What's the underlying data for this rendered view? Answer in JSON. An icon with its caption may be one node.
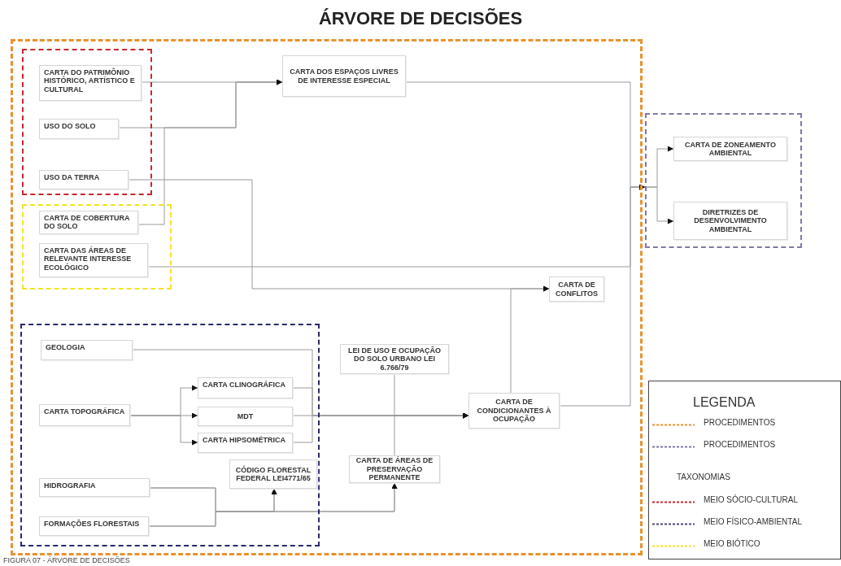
{
  "diagram": {
    "title": "ÁRVORE DE DECISÕES",
    "caption": "FIGURA 07 - ÁRVORE DE DECISÕES",
    "nodes": [
      {
        "text": [],
        "shape": "box"
      },
      {
        "text": [],
        "shape": "box",
        "in": 0
      },
      {
        "text": [
          "CARTA DO PATRIMÔNIO HISTÓRICO, ARTÍSTICO E CULTURAL"
        ],
        "in": 1
      },
      {
        "text": [
          "USO DO SOLO"
        ],
        "in": 1
      },
      {
        "text": [
          "USO DA TERRA"
        ],
        "in": 1
      },
      {
        "text": [],
        "shape": "box",
        "in": 0
      },
      {
        "text": [
          "CARTA DE COBERTURA DO SOLO"
        ],
        "in": 5
      },
      {
        "text": [
          "CARTA DAS ÁREAS DE RELEVANTE INTERESSE ECOLÓGICO"
        ],
        "in": 5
      },
      {
        "text": [
          "CARTA DOS ESPAÇOS LIVRES DE INTERESSE ESPECIAL"
        ],
        "in": 0
      },
      {
        "text": [
          "CARTA DE CONFLITOS"
        ],
        "in": 0
      },
      {
        "text": [],
        "shape": "box",
        "in": 0
      },
      {
        "text": [
          "GEOLOGIA"
        ],
        "in": 10
      },
      {
        "text": [
          "CARTA TOPOGRÁFICA"
        ],
        "in": 10
      },
      {
        "text": [
          "CARTA CLINOGRÁFICA"
        ],
        "in": 10
      },
      {
        "text": [
          "MDT"
        ],
        "in": 10
      },
      {
        "text": [
          "CARTA HIPSOMÉTRICA"
        ],
        "in": 10
      },
      {
        "text": [
          "CÓDIGO FLORESTAL FEDERAL LEI4771/65"
        ],
        "in": 10
      },
      {
        "text": [
          "HIDROGRAFIA"
        ],
        "in": 10
      },
      {
        "text": [
          "FORMAÇÕES FLORESTAIS"
        ],
        "in": 10
      },
      {
        "text": [
          "LEI DE USO E OCUPAÇÃO DO SOLO URBANO LEI 6.766/79"
        ],
        "in": 0
      },
      {
        "text": [
          "CARTA DE ÁREAS DE PRESERVAÇÃO PERMANENTE"
        ],
        "in": 0
      },
      {
        "text": [
          "CARTA DE CONDICIONANTES À OCUPAÇÃO"
        ],
        "in": 0
      },
      {
        "text": [],
        "shape": "box"
      },
      {
        "text": [
          "CARTA DE ZONEAMENTO AMBIENTAL"
        ],
        "in": 22
      },
      {
        "text": [
          "DIRETRIZES DE DESENVOLVIMENTO AMBIENTAL"
        ],
        "in": 22
      }
    ],
    "edges": [
      {
        "from": 2,
        "to": 8,
        "arrow": "to"
      },
      {
        "from": 3,
        "to": 8,
        "arrow": "to"
      },
      {
        "from": 6,
        "to": 8,
        "arrow": "to"
      },
      {
        "from": 4,
        "to": 9,
        "arrow": "to"
      },
      {
        "from": 21,
        "to": 9,
        "arrow": "to"
      },
      {
        "from": 8,
        "to": 22,
        "arrow": "to"
      },
      {
        "from": 7,
        "to": 22,
        "arrow": "to"
      },
      {
        "from": 21,
        "to": 22,
        "arrow": "to"
      },
      {
        "from": 22,
        "to": 23,
        "arrow": "to"
      },
      {
        "from": 22,
        "to": 24,
        "arrow": "to"
      },
      {
        "from": 11,
        "to": 21,
        "arrow": "to"
      },
      {
        "from": 13,
        "to": 21,
        "arrow": "to"
      },
      {
        "from": 15,
        "to": 21,
        "arrow": "to"
      },
      {
        "from": 14,
        "to": 21,
        "arrow": "to"
      },
      {
        "from": 12,
        "to": 13,
        "arrow": "to"
      },
      {
        "from": 12,
        "to": 14,
        "arrow": "to"
      },
      {
        "from": 12,
        "to": 15,
        "arrow": "to"
      },
      {
        "from": 19,
        "to": 21,
        "arrow": "to"
      },
      {
        "from": 20,
        "to": 21,
        "arrow": "to"
      },
      {
        "from": 17,
        "to": 16,
        "arrow": "to"
      },
      {
        "from": 18,
        "to": 16,
        "arrow": "to"
      },
      {
        "from": 17,
        "to": 20,
        "arrow": "to"
      },
      {
        "from": 18,
        "to": 20,
        "arrow": "to"
      }
    ],
    "labels": [
      "LEGENDA",
      "TAXONOMIAS"
    ],
    "legend": [
      {
        "text": "PROCEDIMENTOS"
      },
      {
        "text": "PROCEDIMENTOS"
      },
      {
        "text": "MEIO SÓCIO-CULTURAL"
      },
      {
        "text": "MEIO FÍSICO-AMBIENTAL"
      },
      {
        "text": "MEIO BIÓTICO"
      }
    ]
  }
}
